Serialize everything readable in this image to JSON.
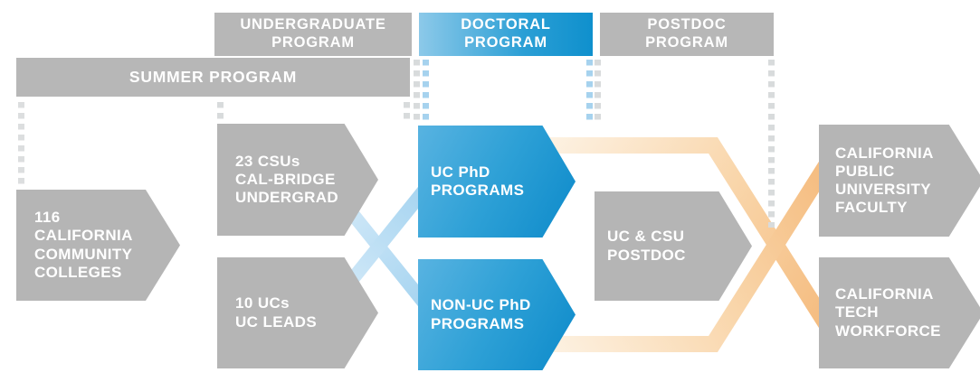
{
  "title": "Program pathway flow diagram",
  "headers": {
    "summer": {
      "label": "SUMMER PROGRAM"
    },
    "undergraduate": {
      "label": "UNDERGRADUATE\nPROGRAM"
    },
    "doctoral": {
      "label": "DOCTORAL\nPROGRAM"
    },
    "postdoc": {
      "label": "POSTDOC\nPROGRAM"
    }
  },
  "nodes": {
    "community_colleges": {
      "label": "116\nCALIFORNIA\nCOMMUNITY\nCOLLEGES"
    },
    "csu_calbridge": {
      "label": "23 CSUs\nCAL-BRIDGE\nUNDERGRAD"
    },
    "uc_leads": {
      "label": "10 UCs\nUC LEADS"
    },
    "uc_phd": {
      "label": "UC PhD\nPROGRAMS"
    },
    "non_uc_phd": {
      "label": "NON-UC PhD\nPROGRAMS"
    },
    "uc_csu_postdoc": {
      "label": "UC & CSU\nPOSTDOC"
    },
    "university_faculty": {
      "label": "CALIFORNIA\nPUBLIC\nUNIVERSITY\nFACULTY"
    },
    "tech_workforce": {
      "label": "CALIFORNIA\nTECH\nWORKFORCE"
    }
  },
  "flows": [
    {
      "from": "116 CALIFORNIA COMMUNITY COLLEGES",
      "to": "23 CSUs CAL-BRIDGE UNDERGRAD",
      "color": "gray"
    },
    {
      "from": "116 CALIFORNIA COMMUNITY COLLEGES",
      "to": "10 UCs UC LEADS",
      "color": "gray"
    },
    {
      "from": "23 CSUs CAL-BRIDGE UNDERGRAD",
      "to": "UC PhD PROGRAMS",
      "color": "blue"
    },
    {
      "from": "23 CSUs CAL-BRIDGE UNDERGRAD",
      "to": "NON-UC PhD PROGRAMS",
      "color": "blue"
    },
    {
      "from": "10 UCs UC LEADS",
      "to": "UC PhD PROGRAMS",
      "color": "blue"
    },
    {
      "from": "10 UCs UC LEADS",
      "to": "NON-UC PhD PROGRAMS",
      "color": "gray"
    },
    {
      "from": "UC PhD PROGRAMS",
      "to": "UC & CSU POSTDOC",
      "color": "pink"
    },
    {
      "from": "NON-UC PhD PROGRAMS",
      "to": "UC & CSU POSTDOC",
      "color": "pink"
    },
    {
      "from": "UC PhD PROGRAMS",
      "to": "CALIFORNIA TECH WORKFORCE",
      "color": "orange"
    },
    {
      "from": "NON-UC PhD PROGRAMS",
      "to": "CALIFORNIA PUBLIC UNIVERSITY FACULTY",
      "color": "orange"
    },
    {
      "from": "UC & CSU POSTDOC",
      "to": "faculty/workforce junction",
      "color": "gray"
    }
  ],
  "colors": {
    "gray_box": "#b5b5b5",
    "blue_gradient_light": "#58b3e1",
    "blue_gradient_dark": "#0d8aca",
    "band_blue": "#aad7f2",
    "band_gray": "#e2e2e2",
    "band_pink": "#e0afca",
    "band_orange": "#f5bd81",
    "dash_gray": "#d8dbdc",
    "dash_blue": "#a6d2ee",
    "text": "#ffffff"
  }
}
